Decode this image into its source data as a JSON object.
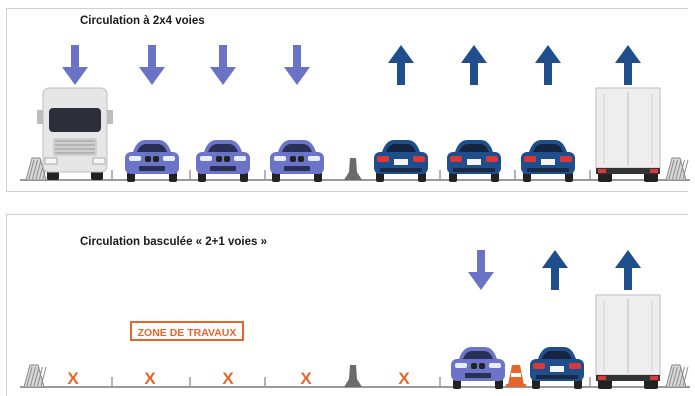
{
  "panels": [
    {
      "title": "Circulation à 2x4 voies",
      "arrows": [
        {
          "direction": "down",
          "color": "#6b73c6"
        },
        {
          "direction": "down",
          "color": "#6b73c6"
        },
        {
          "direction": "down",
          "color": "#6b73c6"
        },
        {
          "direction": "down",
          "color": "#6b73c6"
        },
        {
          "direction": "up",
          "color": "#1f4e8c"
        },
        {
          "direction": "up",
          "color": "#1f4e8c"
        },
        {
          "direction": "up",
          "color": "#1f4e8c"
        },
        {
          "direction": "up",
          "color": "#1f4e8c"
        }
      ],
      "vehicles": [
        {
          "type": "truck-front",
          "color": "#e6e6e6"
        },
        {
          "type": "car-front",
          "color": "#6b74c8"
        },
        {
          "type": "car-front",
          "color": "#6b74c8"
        },
        {
          "type": "car-front",
          "color": "#6b74c8"
        },
        {
          "type": "car-rear",
          "color": "#1f4e8c"
        },
        {
          "type": "car-rear",
          "color": "#1f4e8c"
        },
        {
          "type": "car-rear",
          "color": "#1f4e8c"
        },
        {
          "type": "truck-rear",
          "color": "#eeeeee"
        }
      ]
    },
    {
      "title": "Circulation basculée « 2+1 voies »",
      "zone_label": "ZONE DE TRAVAUX",
      "closed_marker": "X",
      "closed_lanes": 5,
      "arrows": [
        {
          "direction": "down",
          "color": "#6b73c6"
        },
        {
          "direction": "up",
          "color": "#1f4e8c"
        },
        {
          "direction": "up",
          "color": "#1f4e8c"
        }
      ],
      "vehicles": [
        {
          "type": "car-front",
          "color": "#6b74c8"
        },
        {
          "type": "cone",
          "color": "#e8652a"
        },
        {
          "type": "car-rear",
          "color": "#1f4e8c"
        },
        {
          "type": "truck-rear",
          "color": "#eeeeee"
        }
      ]
    }
  ],
  "colors": {
    "downstream": "#6b73c6",
    "upstream": "#1f4e8c",
    "works": "#e8652a",
    "road": "#9a9a9a"
  }
}
